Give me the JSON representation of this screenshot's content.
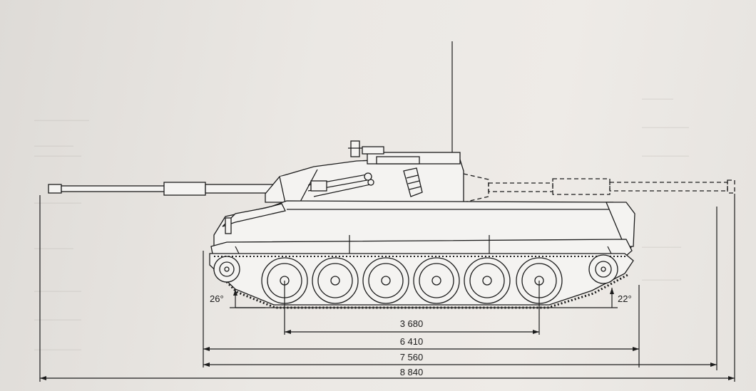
{
  "dimensions": {
    "wheelbase": "3 680",
    "track_length": "6 410",
    "hull_length": "7 560",
    "overall_length": "8 840"
  },
  "angles": {
    "front": "26°",
    "rear": "22°"
  }
}
